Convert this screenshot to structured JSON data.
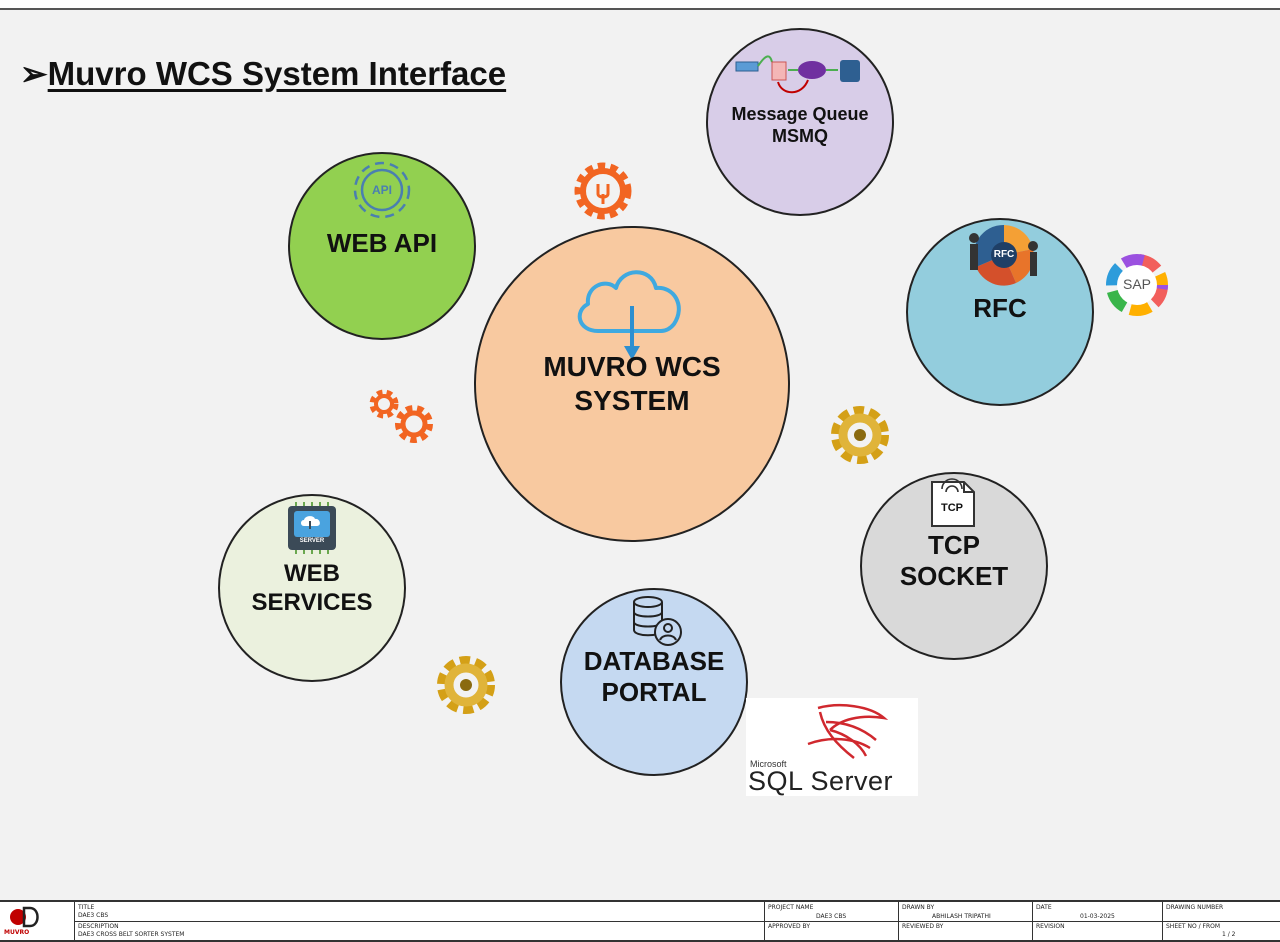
{
  "slide": {
    "title_marker": "➢",
    "title": "Muvro WCS System Interface"
  },
  "nodes": {
    "center": {
      "line1": "MUVRO WCS",
      "line2": "SYSTEM",
      "color": "#f8c9a0"
    },
    "web_api": {
      "label": "WEB API",
      "icon_text": "API",
      "color": "#92d050"
    },
    "msmq": {
      "line1": "Message Queue",
      "line2": "MSMQ",
      "color": "#d8cde8"
    },
    "rfc": {
      "label": "RFC",
      "icon_text": "RFC",
      "color": "#93cddd"
    },
    "tcp": {
      "line1": "TCP",
      "line2": "SOCKET",
      "icon_text": "TCP",
      "color": "#d9d9d9"
    },
    "database": {
      "line1": "DATABASE",
      "line2": "PORTAL",
      "color": "#c5d9f1"
    },
    "web_services": {
      "line1": "WEB",
      "line2": "SERVICES",
      "icon_text": "SERVER",
      "color": "#ebf1de"
    }
  },
  "logos": {
    "sap": "SAP",
    "sql_small": "Microsoft",
    "sql_big": "SQL Server"
  },
  "titleblock": {
    "company": "MUVRO",
    "title_label": "TITLE",
    "title_value": "DAE3 CBS",
    "desc_label": "DESCRIPTION",
    "desc_value": "DAE3 CROSS BELT SORTER SYSTEM",
    "project_label": "PROJECT NAME",
    "project_value": "DAE3 CBS",
    "approved_label": "APPROVED BY",
    "drawn_label": "DRAWN BY",
    "drawn_value": "ABHILASH TRIPATHI",
    "checked_label": "REVIEWED BY",
    "date_label": "DATE",
    "date_value": "01-03-2025",
    "revision_label": "REVISION",
    "drawing_label": "DRAWING NUMBER",
    "sheet_label": "SHEET NO / FROM",
    "sheet_value": "1 / 2"
  }
}
